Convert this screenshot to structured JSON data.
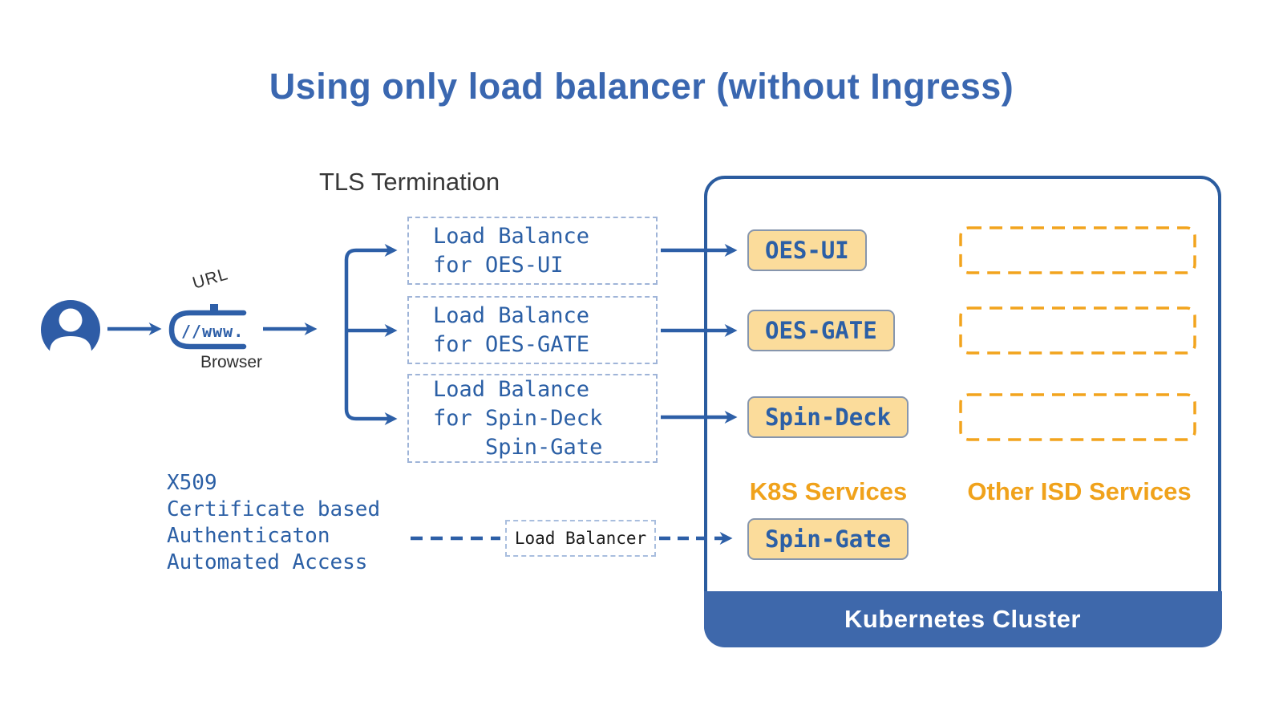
{
  "title": "Using only load balancer (without Ingress)",
  "tls_termination_label": "TLS Termination",
  "user_flow": {
    "user_icon": "person-silhouette-in-circle",
    "browser_icon": "pill-shaped-www-badge",
    "url_label": "URL",
    "browser_label": "Browser",
    "browser_address": "//www."
  },
  "load_balancers": [
    {
      "text": "Load Balance\nfor OES-UI"
    },
    {
      "text": "Load Balance\nfor OES-GATE"
    },
    {
      "text": "Load Balance\nfor Spin-Deck\n    Spin-Gate"
    }
  ],
  "standalone_load_balancer": "Load Balancer",
  "x509_annotation": "X509\nCertificate based\nAuthenticaton\nAutomated Access",
  "cluster": {
    "label": "Kubernetes Cluster",
    "k8s_services_label": "K8S Services",
    "other_isd_services_label": "Other ISD Services",
    "services": [
      {
        "name": "OES-UI"
      },
      {
        "name": "OES-GATE"
      },
      {
        "name": "Spin-Deck"
      },
      {
        "name": "Spin-Gate"
      }
    ],
    "other_isd_placeholder_count": 3
  },
  "colors": {
    "primary_blue": "#2d5fa7",
    "title_blue": "#3a67b0",
    "mono_text_blue": "#2b5fa5",
    "service_fill_yellow": "#fbdc9b",
    "service_border_gray": "#8796ad",
    "accent_orange": "#f2a41d",
    "orange_label": "#f0a21b",
    "cluster_bar_blue": "#3e68ab",
    "dark_text": "#2f2f2f"
  }
}
